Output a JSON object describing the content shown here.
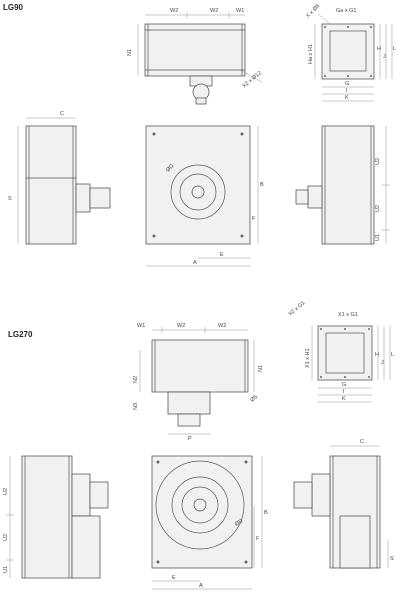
{
  "sections": [
    {
      "title": "LG90"
    },
    {
      "title": "LG270"
    }
  ],
  "labels": {
    "lg90": {
      "w2_a": "W2",
      "w2_b": "W2",
      "w1": "W1",
      "n1": "N1",
      "x2_phi12": "X2 x Ø12",
      "x_phi": "X x Ø5",
      "ga_g1": "Ga x G1",
      "ha_h1": "Ha x H1",
      "h": "H",
      "j": "J",
      "l": "L",
      "g": "G",
      "i": "I",
      "k": "K",
      "c": "C",
      "s": "S",
      "b": "B",
      "f": "F",
      "a": "A",
      "e": "E",
      "d": "ØD",
      "u2_a": "U2",
      "u2_b": "U2",
      "u1": "U1"
    },
    "lg270": {
      "w1": "W1",
      "w2_a": "W2",
      "w2_b": "W2",
      "n2": "N2",
      "n3": "N3",
      "n1": "N1",
      "p": "P",
      "phi_b": "Ø5",
      "x2_g1": "X2 x G1",
      "x1_g1": "X1 x G1",
      "x1_h1": "X1 x H1",
      "h": "H",
      "j": "J",
      "l": "L",
      "g": "G",
      "i": "I",
      "k": "K",
      "u2_a": "U2",
      "u2_b": "U2",
      "u1": "U1",
      "b": "B",
      "f": "F",
      "a": "A",
      "e": "E",
      "d": "ØD",
      "c": "C",
      "s": "S"
    }
  }
}
